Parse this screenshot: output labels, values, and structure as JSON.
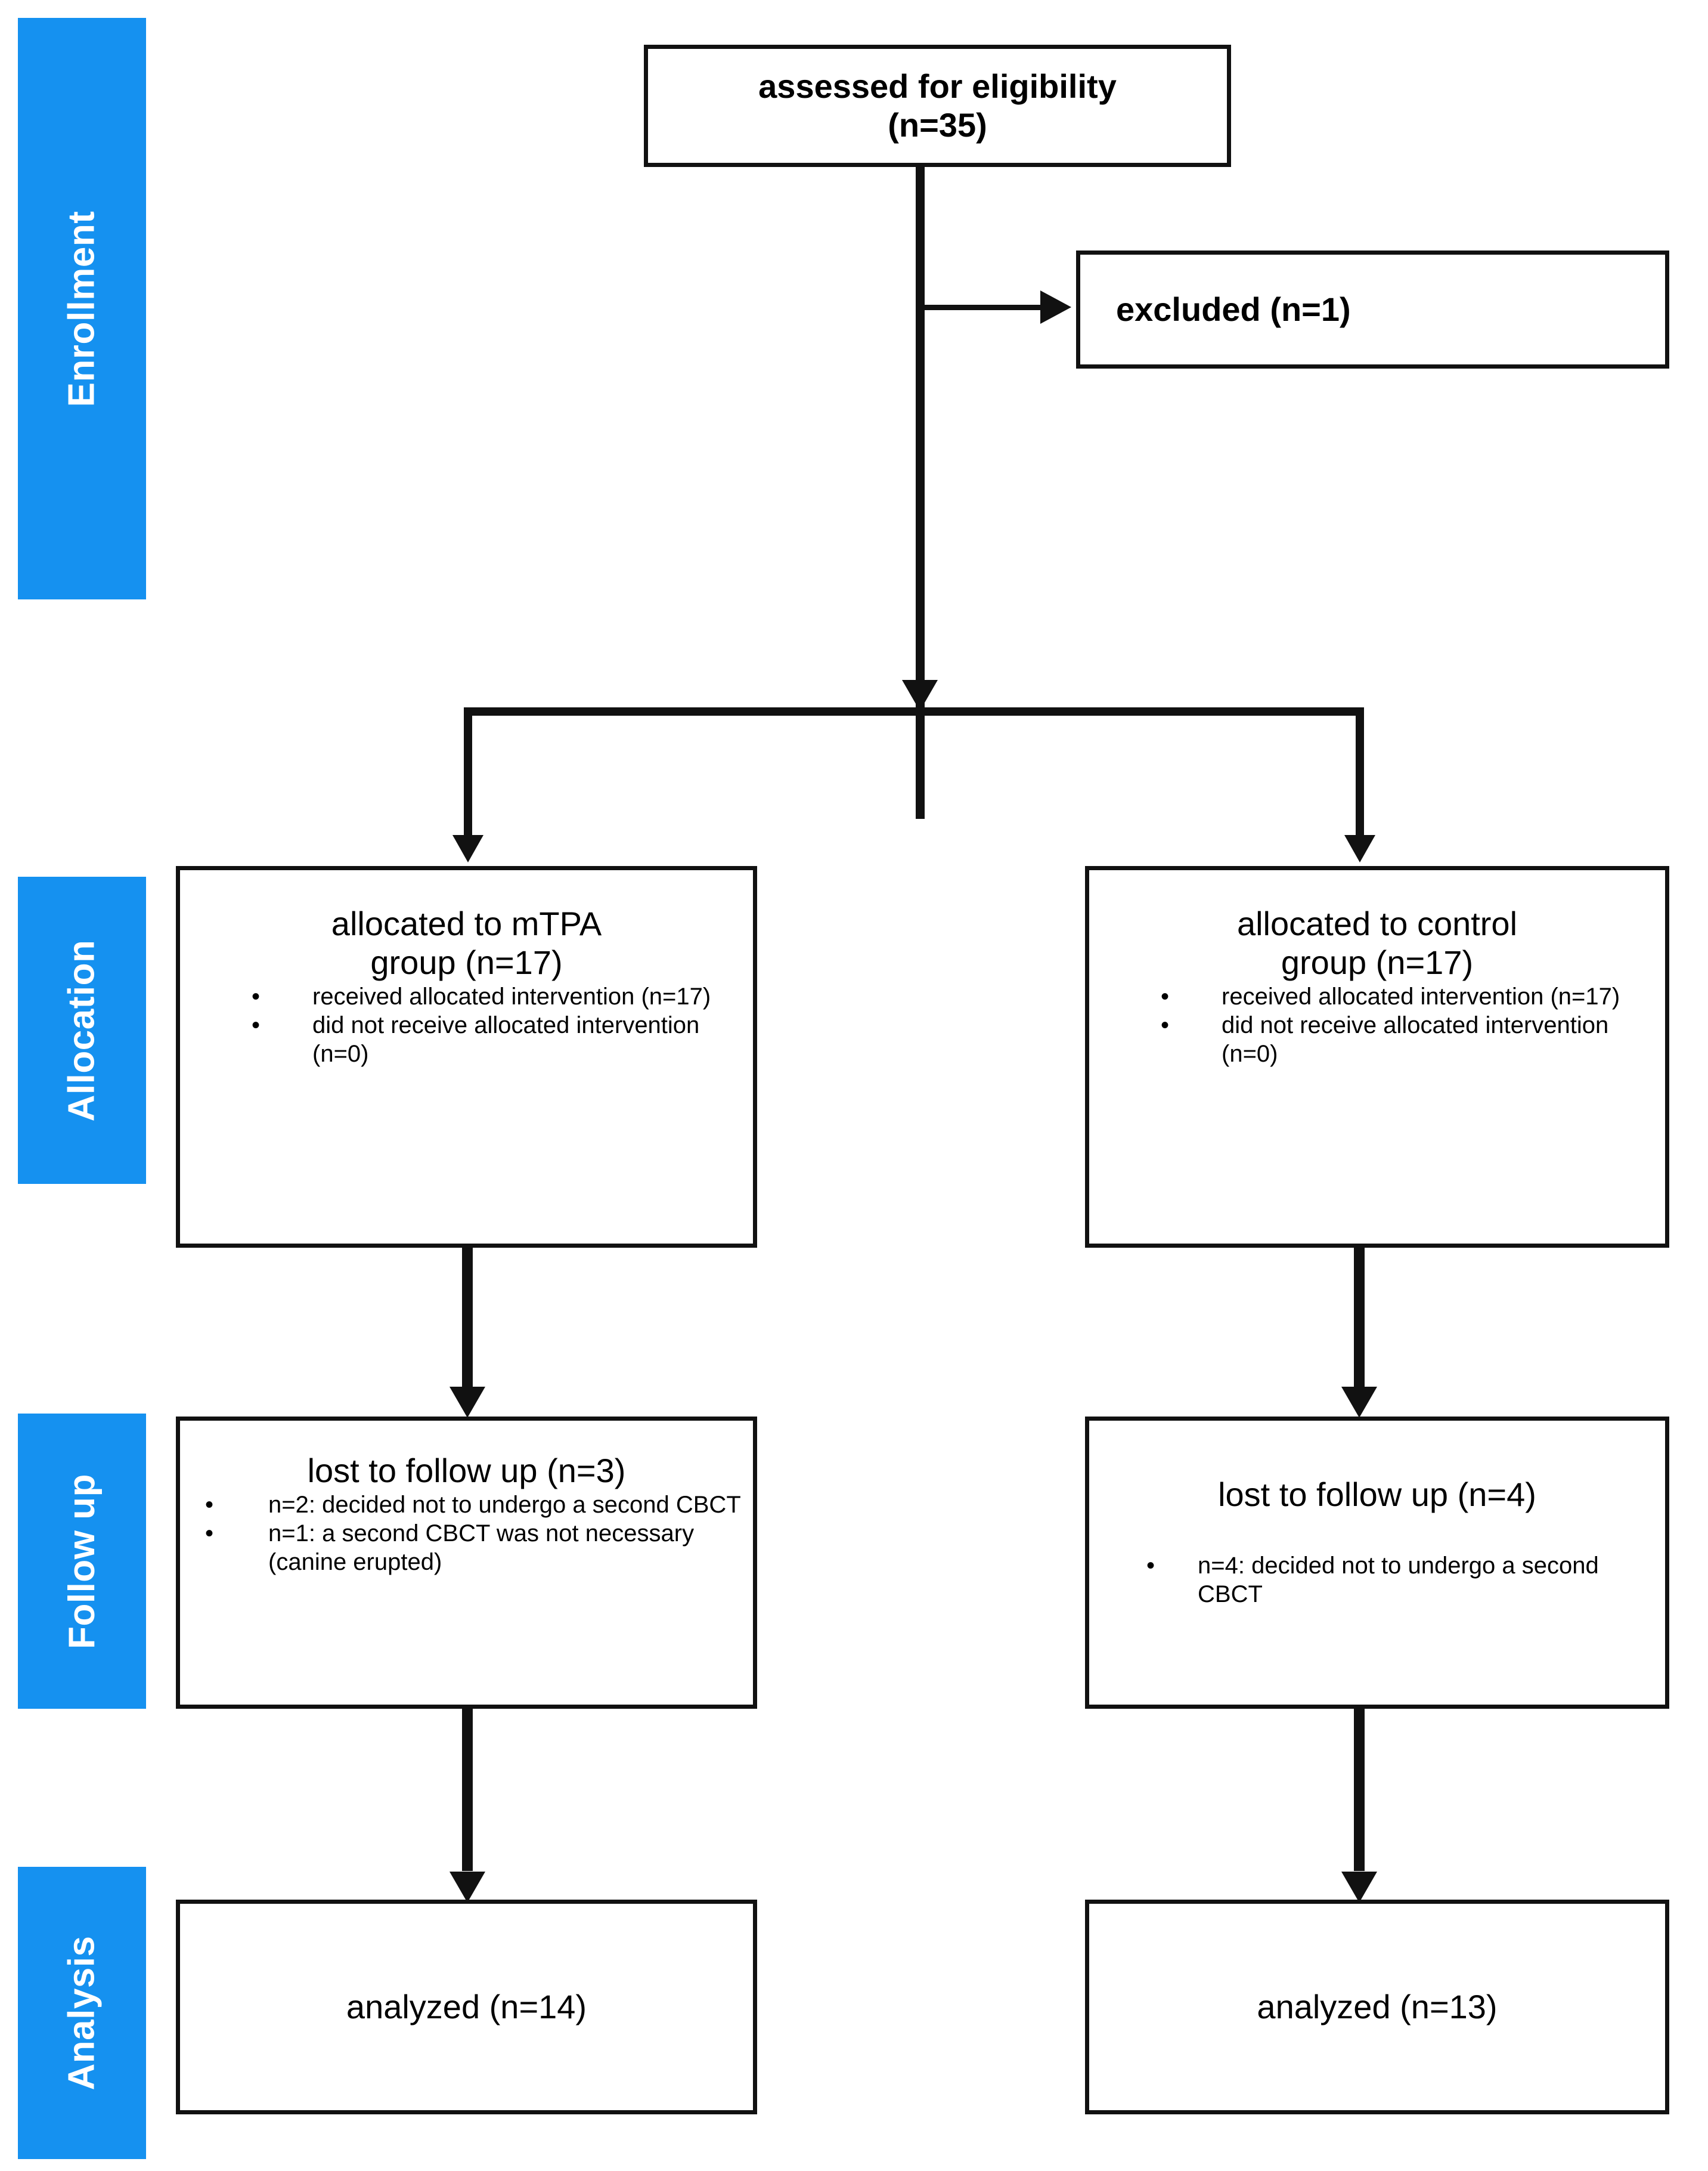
{
  "diagram": {
    "type": "consort-flow-diagram",
    "accent_color": "#1591F0",
    "line_color": "#111111",
    "background": "#ffffff"
  },
  "stages": [
    {
      "label": "Enrollment"
    },
    {
      "label": "Allocation"
    },
    {
      "label": "Follow up"
    },
    {
      "label": "Analysis"
    }
  ],
  "nodes": {
    "eligibility": {
      "title": "assessed for eligibility\n(n=35)",
      "n": 35
    },
    "excluded": {
      "title": "excluded (n=1)",
      "n": 1
    },
    "allocated_mtpa": {
      "title": "allocated to mTPA\ngroup (n=17)",
      "n": 17,
      "bullets": [
        "received allocated intervention (n=17)",
        "did not receive allocated intervention (n=0)"
      ]
    },
    "allocated_control": {
      "title": "allocated to control\ngroup (n=17)",
      "n": 17,
      "bullets": [
        "received allocated intervention (n=17)",
        "did not receive allocated intervention (n=0)"
      ]
    },
    "followup_mtpa": {
      "title": "lost to follow up (n=3)",
      "n": 3,
      "bullets": [
        "n=2: decided not to undergo a second CBCT",
        "n=1: a second CBCT was not necessary (canine erupted)"
      ]
    },
    "followup_control": {
      "title": "lost to follow up (n=4)",
      "n": 4,
      "bullets": [
        "n=4: decided not to undergo a second CBCT"
      ]
    },
    "analyzed_mtpa": {
      "title": "analyzed (n=14)",
      "n": 14
    },
    "analyzed_control": {
      "title": "analyzed (n=13)",
      "n": 13
    }
  },
  "bullet_glyph": "•"
}
